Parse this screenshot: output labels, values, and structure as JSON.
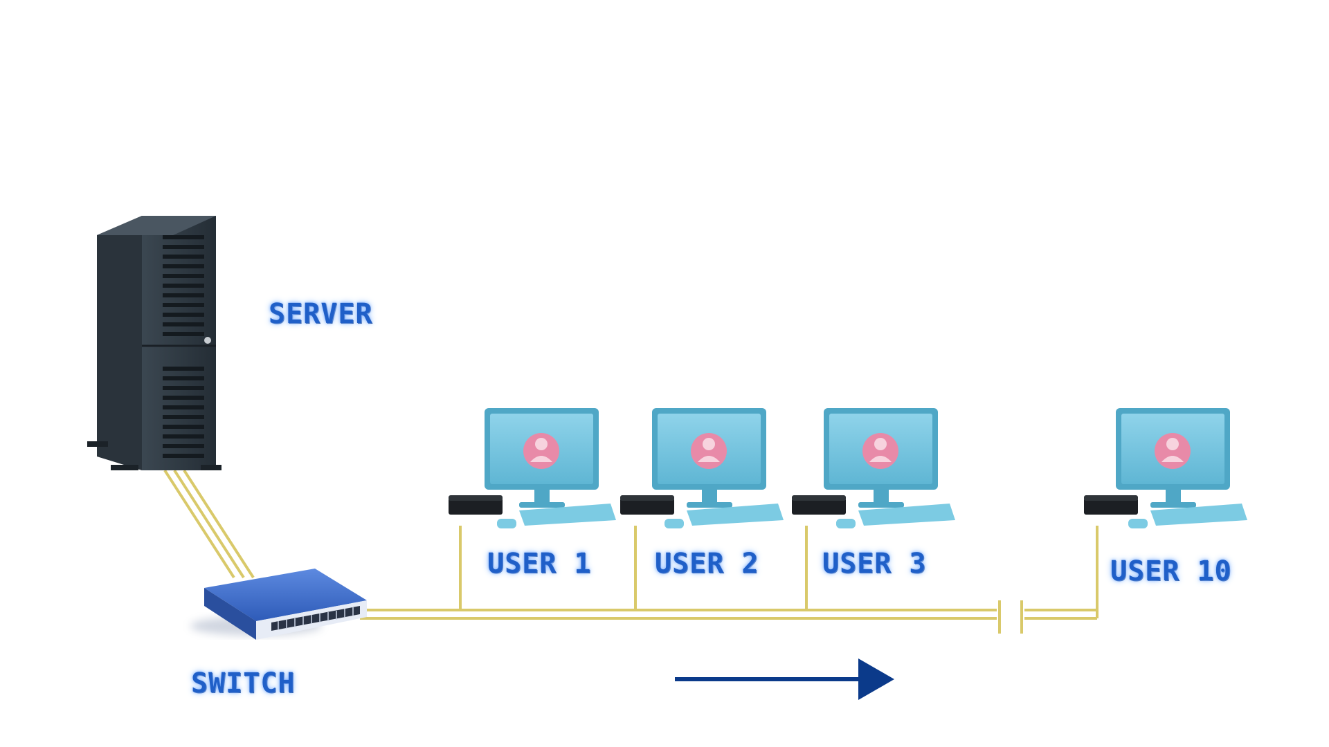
{
  "labels": {
    "server": "SERVER",
    "switch": "SWITCH"
  },
  "users": [
    {
      "label": "USER 1"
    },
    {
      "label": "USER 2"
    },
    {
      "label": "USER 3"
    },
    {
      "label": "USER 10"
    }
  ],
  "colors": {
    "label_text": "#1f5fc8",
    "cable": "#d9c96a",
    "arrow": "#0b3a8a",
    "monitor": "#6ec3df",
    "avatar": "#e88aa8",
    "server_body": "#2f3a44",
    "switch_body": "#3f6fd0"
  },
  "icons": {
    "server": "server-tower-icon",
    "switch": "network-switch-icon",
    "workstation": "desktop-computer-icon",
    "user": "user-avatar-icon",
    "flow": "right-arrow-icon"
  }
}
